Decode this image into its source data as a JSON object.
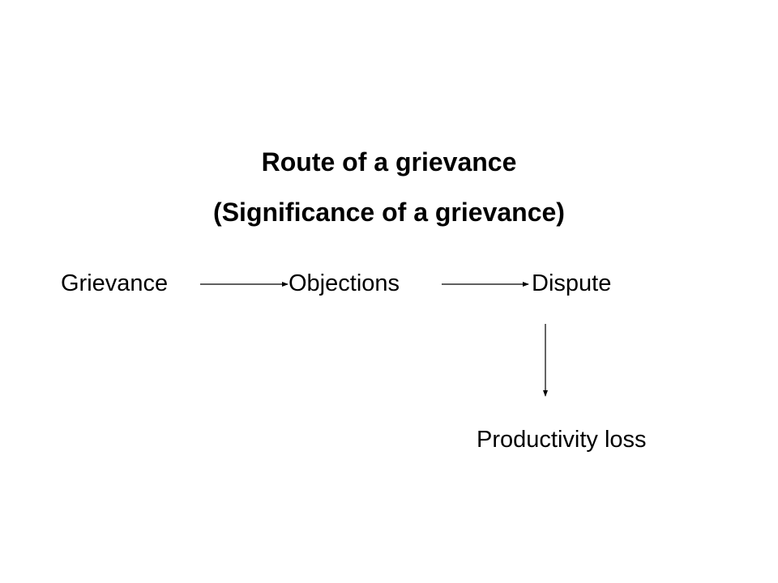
{
  "title": {
    "line1": "Route of a grievance",
    "line2": "(Significance of a grievance)"
  },
  "nodes": {
    "grievance": "Grievance",
    "objections": "Objections",
    "dispute": "Dispute",
    "productivity_loss": "Productivity loss"
  },
  "flow": [
    {
      "from": "Grievance",
      "to": "Objections"
    },
    {
      "from": "Objections",
      "to": "Dispute"
    },
    {
      "from": "Dispute",
      "to": "Productivity loss"
    }
  ]
}
